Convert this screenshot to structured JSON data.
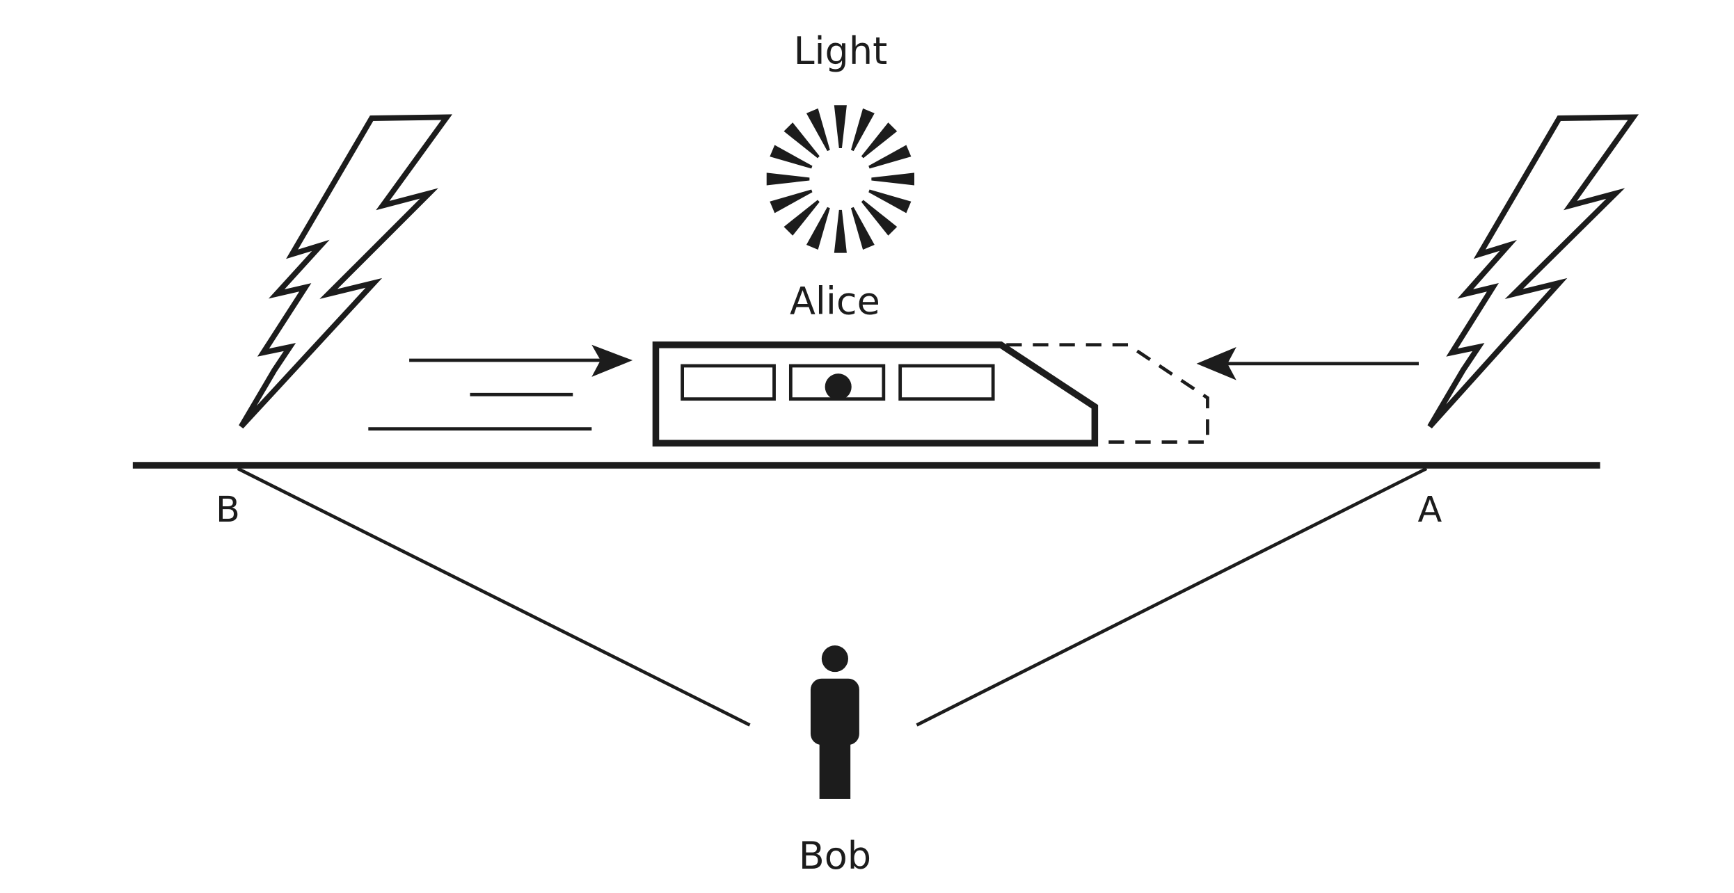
{
  "diagram": {
    "title": "Train thought experiment: simultaneity of lightning strikes",
    "labels": {
      "light": "Light",
      "alice": "Alice",
      "bob": "Bob",
      "point_a": "A",
      "point_b": "B"
    },
    "elements": {
      "light_rays": 16,
      "lightning_bolts": [
        "left (at B)",
        "right (at A)"
      ],
      "train_windows": 3,
      "train_motion": "left-to-right",
      "light_from_a_direction": "right-to-left",
      "light_from_b_direction": "left-to-right",
      "train_ghost": "dashed outline ahead of the train"
    },
    "colors": {
      "ink": "#1c1c1c",
      "background": "#ffffff"
    }
  }
}
